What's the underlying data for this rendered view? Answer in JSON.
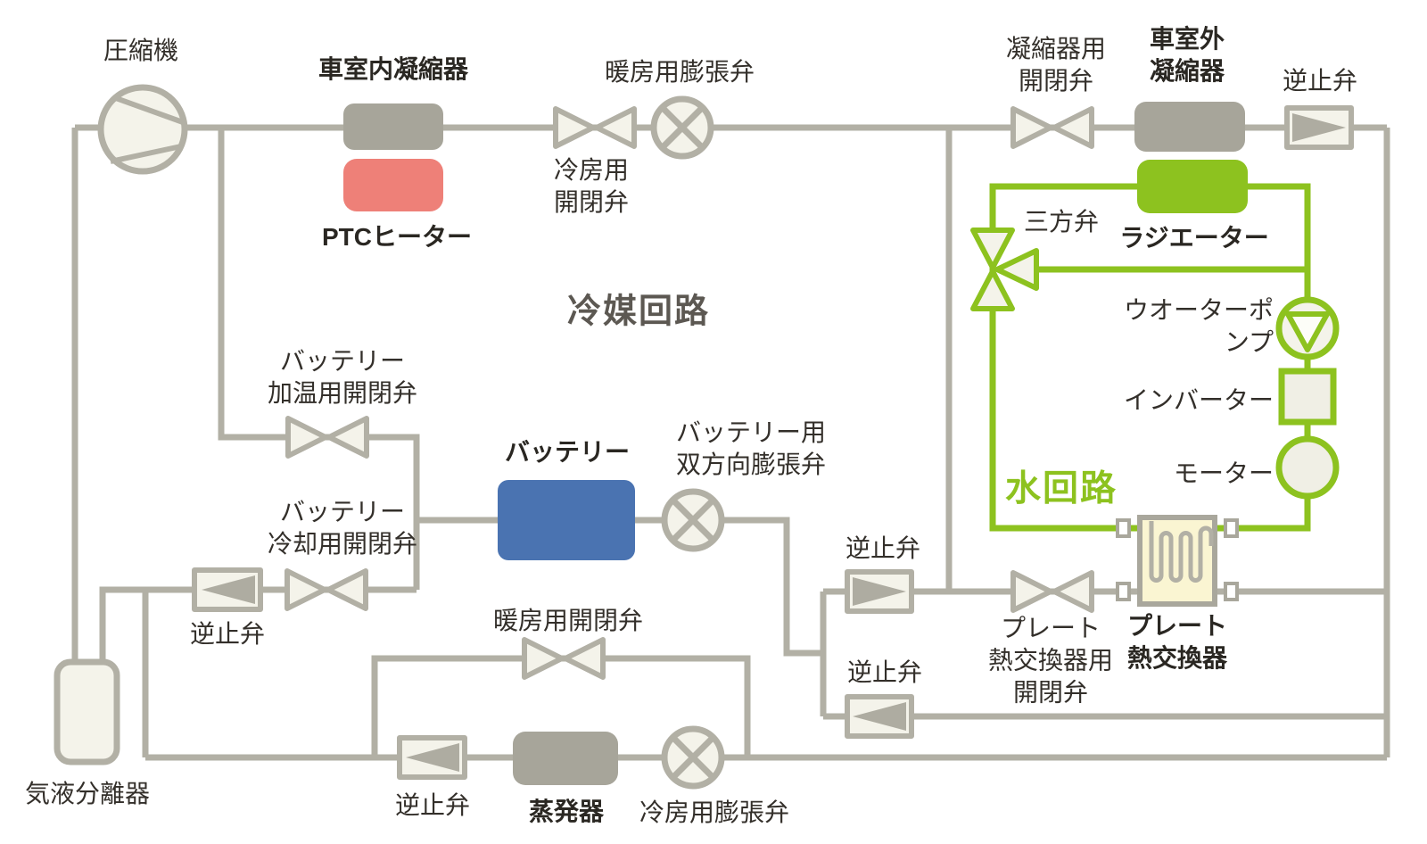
{
  "diagram": {
    "type": "ev-heat-pump-thermal-circuit",
    "circuits": {
      "refrigerant_title": "冷媒回路",
      "water_title": "水回路"
    },
    "colors": {
      "pipe_gray": "#b2b0a5",
      "component_gray": "#a7a59a",
      "symbol_fill": "#f4f3ea",
      "water_green": "#8dc21f",
      "ptc_red": "#ee8078",
      "battery_blue": "#4a73b1",
      "heat_exchanger_yellow": "#faf5d2",
      "text_dark": "#332f2a",
      "refrigerant_title_gray": "#5c5852"
    },
    "labels": {
      "compressor": "圧縮機",
      "cabin_condenser": "車室内凝縮器",
      "ptc_heater": "PTCヒーター",
      "heating_expansion_valve": "暖房用膨張弁",
      "cooling_onoff_valve": "冷房用\n開閉弁",
      "condenser_onoff_valve": "凝縮器用\n開閉弁",
      "exterior_condenser": "車室外\n凝縮器",
      "check_valve_top_right": "逆止弁",
      "radiator": "ラジエーター",
      "three_way_valve": "三方弁",
      "water_pump": "ウオーターポンプ",
      "inverter": "インバーター",
      "motor": "モーター",
      "battery": "バッテリー",
      "battery_expansion_valve": "バッテリー用\n双方向膨張弁",
      "battery_heating_valve": "バッテリー\n加温用開閉弁",
      "battery_cooling_valve": "バッテリー\n冷却用開閉弁",
      "check_valve_mid_top": "逆止弁",
      "check_valve_mid_bottom": "逆止弁",
      "plate_hx_valve": "プレート\n熱交換器用\n開閉弁",
      "plate_hx": "プレート\n熱交換器",
      "heating_onoff_valve": "暖房用開閉弁",
      "check_valve_left": "逆止弁",
      "gas_liquid_separator": "気液分離器",
      "check_valve_bottom": "逆止弁",
      "evaporator": "蒸発器",
      "cooling_expansion_valve": "冷房用膨張弁"
    }
  }
}
